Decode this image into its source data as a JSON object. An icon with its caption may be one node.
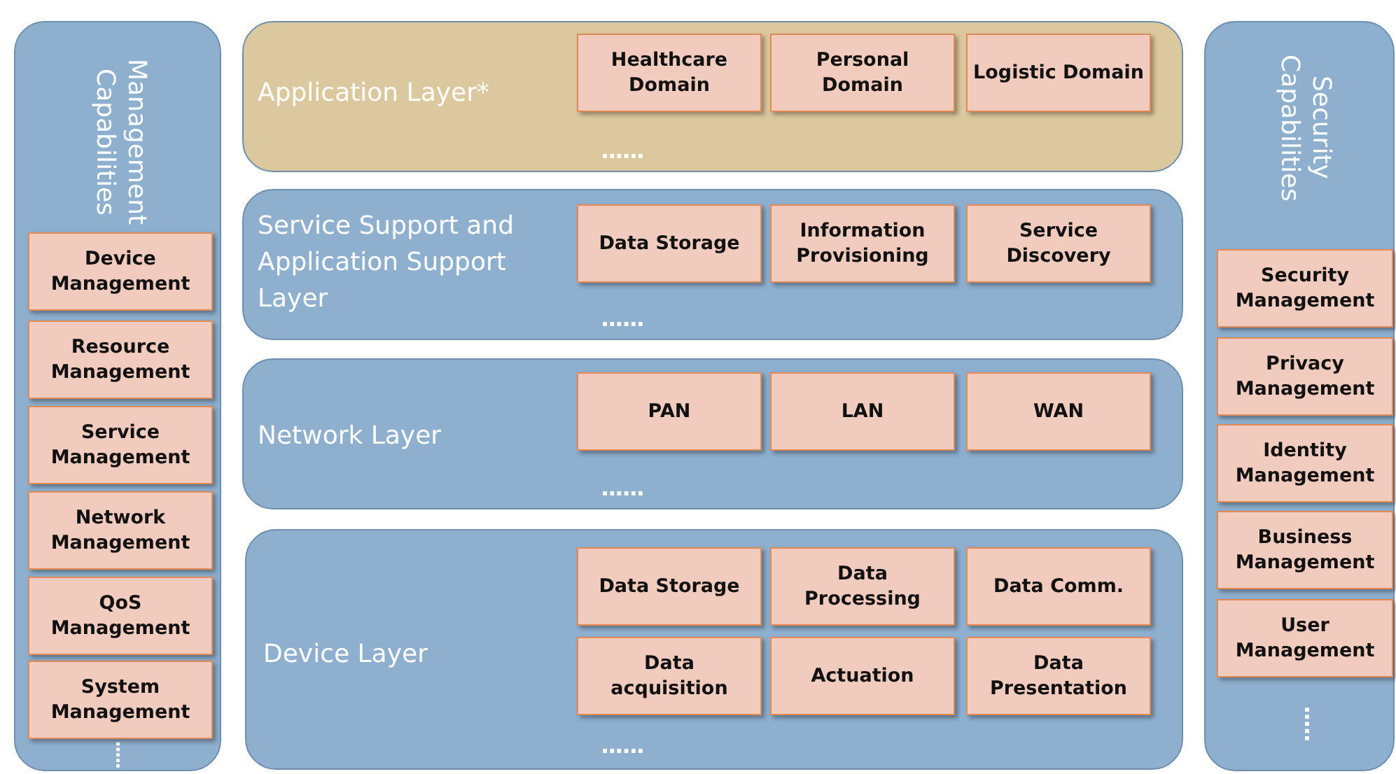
{
  "diagram": {
    "nodes": [
      {
        "text": [
          "Management Capabilities",
          "....."
        ]
      },
      {
        "text": [
          "Device Management"
        ],
        "in": 0
      },
      {
        "text": [
          "Resource Management"
        ],
        "in": 0
      },
      {
        "text": [
          "Service Management"
        ],
        "in": 0
      },
      {
        "text": [
          "Network Management"
        ],
        "in": 0
      },
      {
        "text": [
          "QoS Management"
        ],
        "in": 0
      },
      {
        "text": [
          "System Management"
        ],
        "in": 0
      },
      {
        "text": [
          "Application Layer*",
          "......"
        ]
      },
      {
        "text": [
          "Healthcare Domain"
        ],
        "in": 7
      },
      {
        "text": [
          "Personal Domain"
        ],
        "in": 7
      },
      {
        "text": [
          "Logistic Domain"
        ],
        "in": 7
      },
      {
        "text": [
          "Service Support and Application Support Layer",
          "......"
        ]
      },
      {
        "text": [
          "Data Storage"
        ],
        "in": 11
      },
      {
        "text": [
          "Information Provisioning"
        ],
        "in": 11
      },
      {
        "text": [
          "Service Discovery"
        ],
        "in": 11
      },
      {
        "text": [
          "Network Layer",
          "......"
        ]
      },
      {
        "text": [
          "PAN"
        ],
        "in": 15
      },
      {
        "text": [
          "LAN"
        ],
        "in": 15
      },
      {
        "text": [
          "WAN"
        ],
        "in": 15
      },
      {
        "text": [
          "Device Layer",
          "......"
        ]
      },
      {
        "text": [
          "Data Storage"
        ],
        "in": 19
      },
      {
        "text": [
          "Data Processing"
        ],
        "in": 19
      },
      {
        "text": [
          "Data Comm."
        ],
        "in": 19
      },
      {
        "text": [
          "Data acquisition"
        ],
        "in": 19
      },
      {
        "text": [
          "Actuation"
        ],
        "in": 19
      },
      {
        "text": [
          "Data Presentation"
        ],
        "in": 19
      },
      {
        "text": [
          "Security Capabilities",
          "....."
        ]
      },
      {
        "text": [
          "Security Management"
        ],
        "in": 26
      },
      {
        "text": [
          "Privacy Management"
        ],
        "in": 26
      },
      {
        "text": [
          "Identity Management"
        ],
        "in": 26
      },
      {
        "text": [
          "Business Management"
        ],
        "in": 26
      },
      {
        "text": [
          "User Management"
        ],
        "in": 26
      }
    ]
  }
}
